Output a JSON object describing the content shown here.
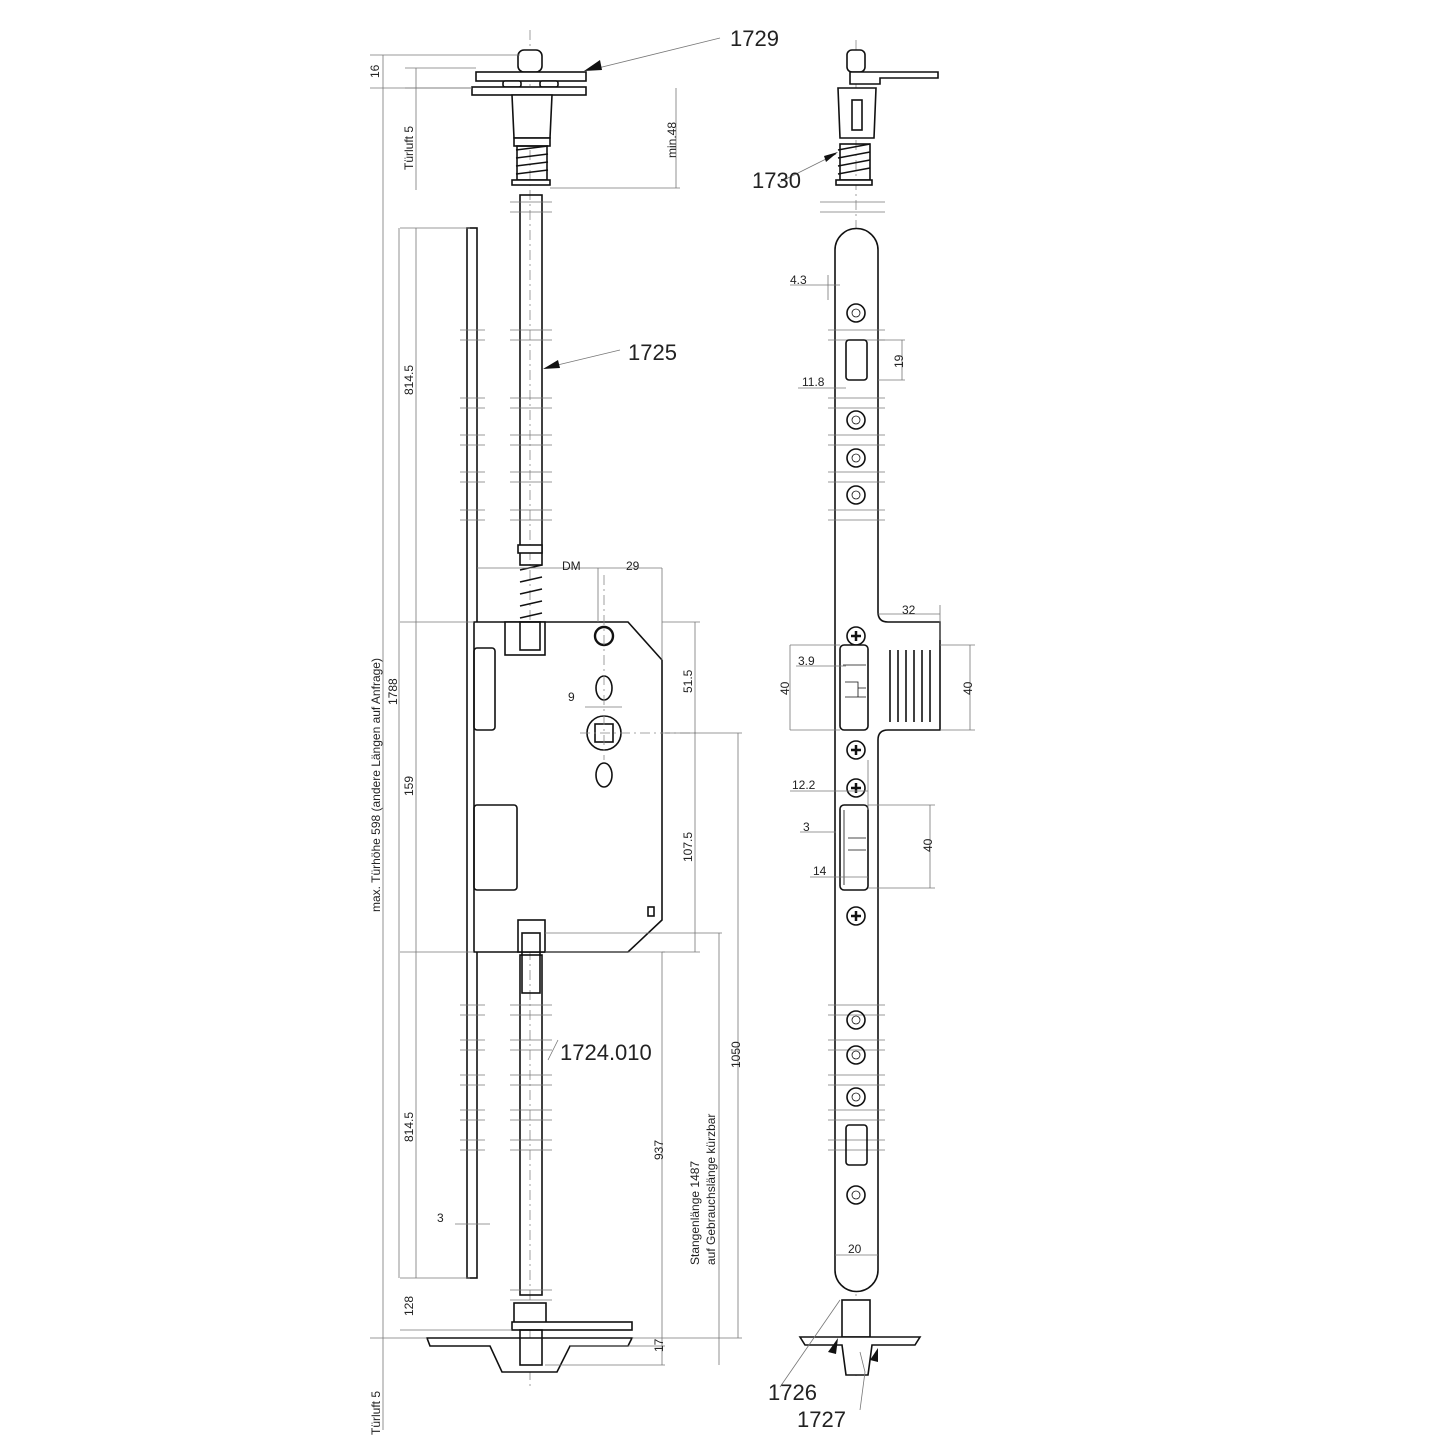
{
  "part_numbers": {
    "top_bolt": "1729",
    "rod": "1725",
    "lock": "1724.010",
    "spring_part": "1730",
    "bottom_part_a": "1726",
    "bottom_part_b": "1727"
  },
  "dimensions_left": {
    "d16": "16",
    "tuerluft_top": "Türluft 5",
    "min48": "min.48",
    "upper_814": "814.5",
    "d1788": "1788",
    "max_height": "max. Türhöhe 598 (andere Längen auf Anfrage)",
    "d159": "159",
    "lower_814": "814.5",
    "d128": "128",
    "tuerluft_bottom": "Türluft 5",
    "d3": "3",
    "dm": "DM",
    "d29": "29",
    "d9": "9",
    "d51": "51.5",
    "d107": "107.5",
    "d937": "937",
    "d17": "17",
    "rod_length": "Stangenlänge 1487",
    "rod_note": "auf Gebrauchslänge kürzbar",
    "d1050": "1050"
  },
  "dimensions_right": {
    "d4_3": "4.3",
    "d19": "19",
    "d11_8": "11.8",
    "d32": "32",
    "d3_9": "3.9",
    "d40_left": "40",
    "d40_right": "40",
    "d12_2": "12.2",
    "d3": "3",
    "d40_lower": "40",
    "d14": "14",
    "d20": "20"
  }
}
